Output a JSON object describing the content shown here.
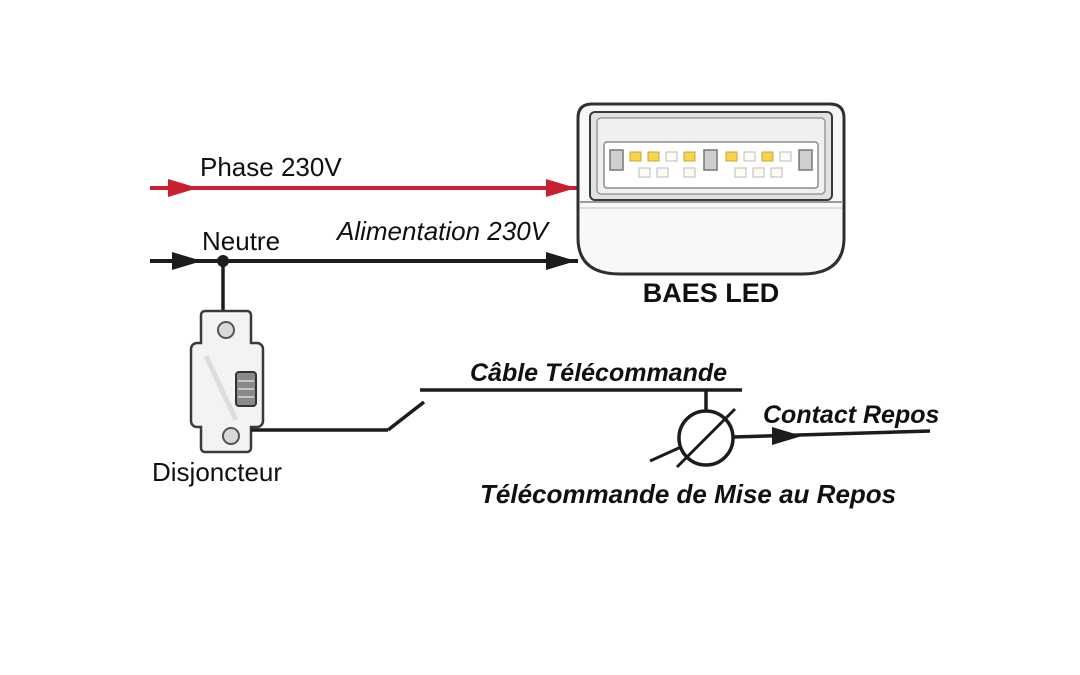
{
  "diagram": {
    "phase_label": "Phase 230V",
    "neutre_label": "Neutre",
    "alimentation_label": "Alimentation 230V",
    "baes_label": "BAES LED",
    "disjoncteur_label": "Disjoncteur",
    "cable_label": "Câble Télécommande",
    "contact_label": "Contact Repos",
    "telecommande_label": "Télécommande de Mise au Repos",
    "colors": {
      "phase_wire": "#c8202f",
      "wire": "#1c1c1c",
      "text": "#101010",
      "device_fill": "#f5f5f5"
    }
  }
}
